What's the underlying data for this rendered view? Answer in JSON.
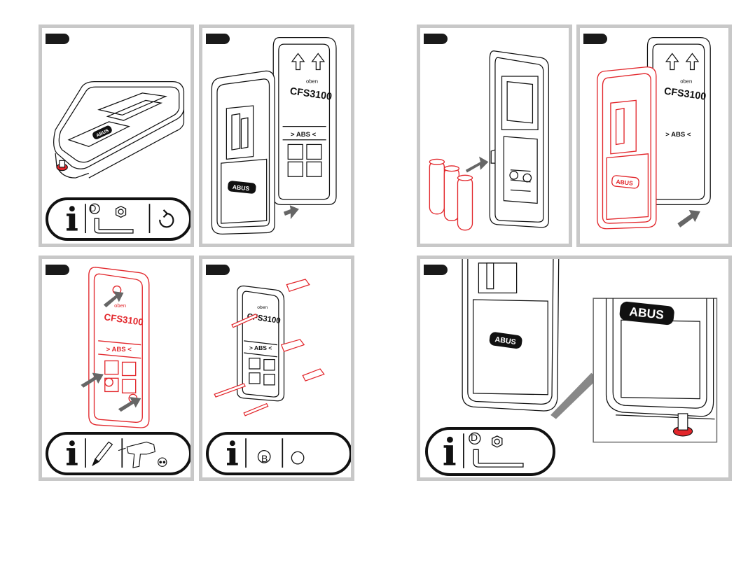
{
  "brand": "ABUS",
  "model": "CFS3100",
  "device_text_top": "oben",
  "device_text_mid": "> ABS <",
  "tool_letters": {
    "hex_key_d": "D",
    "bit_b": "B"
  },
  "icons": [
    "info-icon",
    "hex-key-icon",
    "hex-nut-icon",
    "rotate-counterclockwise-icon",
    "pencil-icon",
    "drill-icon",
    "screwdriver-bit-icon",
    "circle-icon",
    "battery-icon",
    "arrow-icon"
  ],
  "colors": {
    "panel_border": "#c8c8c8",
    "highlight_red": "#e2262b",
    "arrow_gray": "#666666",
    "ink": "#111111"
  }
}
